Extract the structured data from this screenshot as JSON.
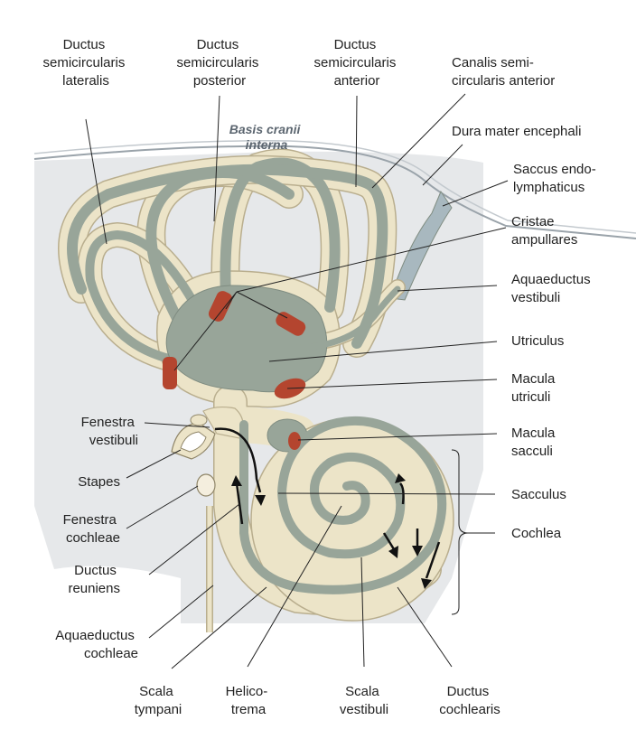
{
  "figure": {
    "region_label": [
      "Basis cranii",
      "interna"
    ],
    "labels": {
      "ductus_semicircularis_lateralis": [
        "Ductus",
        "semicircularis",
        "lateralis"
      ],
      "ductus_semicircularis_posterior": [
        "Ductus",
        "semicircularis",
        "posterior"
      ],
      "ductus_semicircularis_anterior": [
        "Ductus",
        "semicircularis",
        "anterior"
      ],
      "canalis_semicircularis_anterior": [
        "Canalis semi-",
        "circularis anterior"
      ],
      "dura_mater_encephali": [
        "Dura mater encephali"
      ],
      "saccus_endolymphaticus": [
        "Saccus endo-",
        "lymphaticus"
      ],
      "cristae_ampullares": [
        "Cristae",
        "ampullares"
      ],
      "aquaeductus_vestibuli": [
        "Aquaeductus",
        "vestibuli"
      ],
      "utriculus": [
        "Utriculus"
      ],
      "macula_utriculi": [
        "Macula",
        "utriculi"
      ],
      "macula_sacculi": [
        "Macula",
        "sacculi"
      ],
      "sacculus": [
        "Sacculus"
      ],
      "cochlea": [
        "Cochlea"
      ],
      "fenestra_vestibuli": [
        "Fenestra",
        "vestibuli"
      ],
      "stapes": [
        "Stapes"
      ],
      "fenestra_cochleae": [
        "Fenestra",
        "cochleae"
      ],
      "ductus_reuniens": [
        "Ductus",
        "reuniens"
      ],
      "aquaeductus_cochleae": [
        "Aquaeductus",
        "cochleae"
      ],
      "scala_tympani": [
        "Scala",
        "tympani"
      ],
      "helicotrema": [
        "Helico-",
        "trema"
      ],
      "scala_vestibuli": [
        "Scala",
        "vestibuli"
      ],
      "ductus_cochlearis": [
        "Ductus",
        "cochlearis"
      ]
    },
    "colors": {
      "bone_background": "#e6e8ea",
      "bony_labyrinth": "#ece4c8",
      "bony_outline": "#b9ae8e",
      "membranous_labyrinth": "#98a599",
      "membranous_dark": "#7f8c81",
      "sensory_epithelium": "#b4452f",
      "leader_line": "#222222",
      "label_text": "#222222",
      "region_text": "#5c6670"
    }
  }
}
